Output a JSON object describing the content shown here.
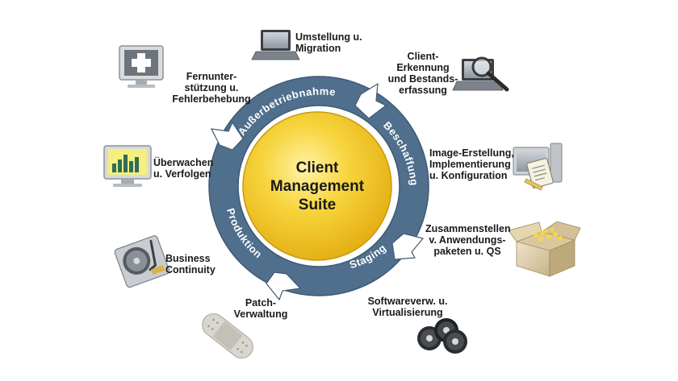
{
  "center": {
    "line1": "Client",
    "line2": "Management",
    "line3": "Suite"
  },
  "ring": {
    "phases": [
      "Außerbetriebnahme",
      "Beschaffung",
      "Staging",
      "Produktion"
    ]
  },
  "items": {
    "umstellung": "Umstellung u.\nMigration",
    "client_erkennung": "Client-\nErkennung\nund Bestands-\nerfassung",
    "fernunterstuetzung": "Fernunter-\nstützung u.\nFehlerbehebung",
    "image_erstellung": "Image-Erstellung,\nImplementierung\nu. Konfiguration",
    "ueberwachen": "Überwachen\nu. Verfolgen",
    "zusammenstellen": "Zusammenstellen\nv. Anwendungs-\npaketen u. QS",
    "business_continuity": "Business\nContinuity",
    "patch": "Patch-\nVerwaltung",
    "softwareverw": "Softwareverw. u.\nVirtualisierung"
  },
  "colors": {
    "ring": "#4f6f8c",
    "ring_dark": "#3e5a74",
    "center_yellow": "#f4cb2c",
    "label_text": "#1a1a1a"
  }
}
